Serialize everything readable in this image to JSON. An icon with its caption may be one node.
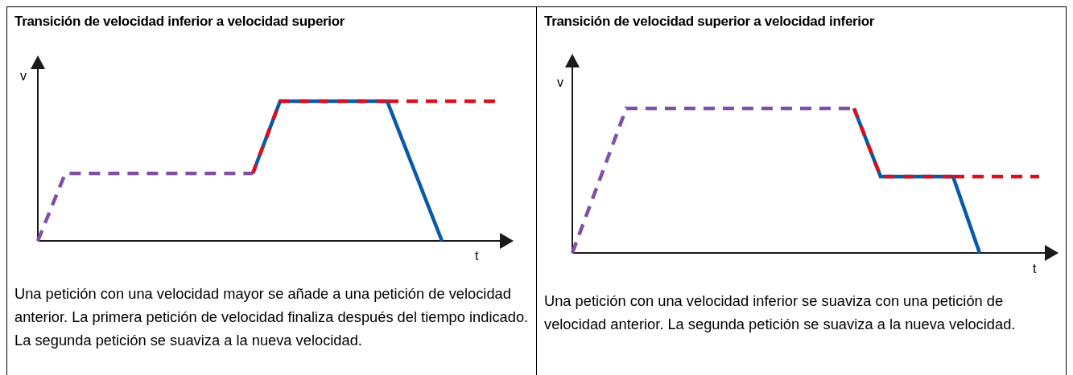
{
  "diagram": {
    "nodes": [
      {
        "text": [
          "Transición de velocidad inferior a velocidad superior",
          "Una petición con una velocidad mayor se añade a una petición de velocidad anterior. La primera petición de velocidad finaliza después del tiempo indicado. La segunda petición se suaviza a la nueva velocidad."
        ]
      },
      {
        "text": [
          "Transición de velocidad superior a velocidad inferior",
          "Una petición con una velocidad inferior se suaviza con una petición de velocidad anterior. La segunda petición se suaviza a la nueva velocidad."
        ]
      }
    ],
    "edges": [],
    "labels": [
      "v",
      "t",
      "v",
      "t"
    ]
  }
}
